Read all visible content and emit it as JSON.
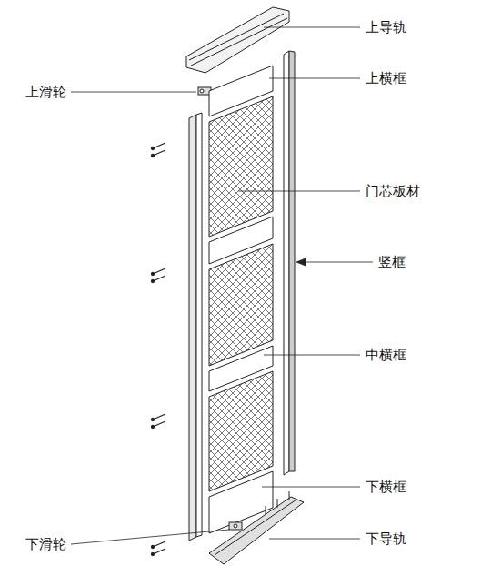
{
  "diagram": {
    "labels": [
      "上导轨",
      "上滑轮",
      "上横框",
      "门芯板材",
      "竖框",
      "中横框",
      "下横框",
      "下滑轮",
      "下导轨"
    ]
  }
}
